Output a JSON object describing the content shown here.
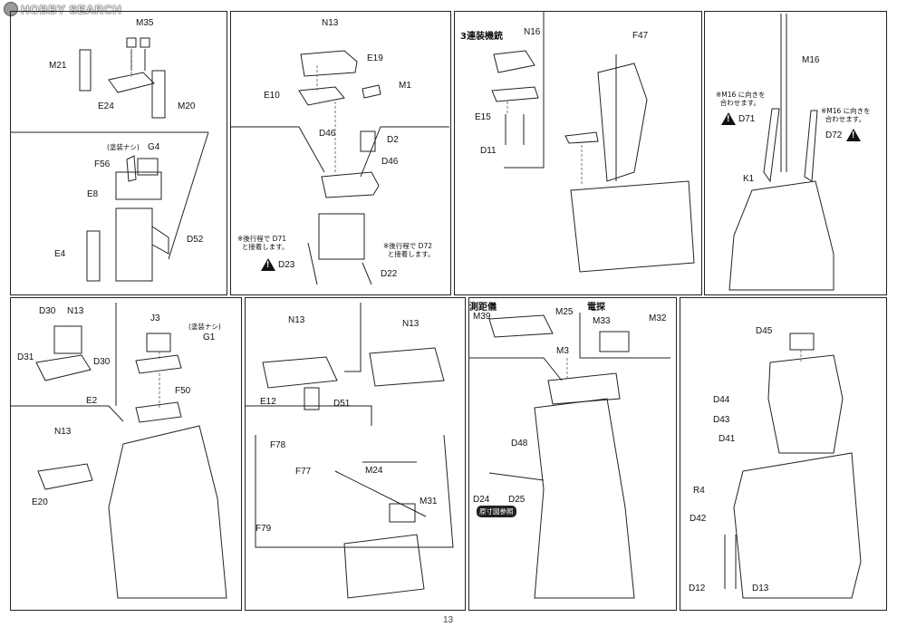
{
  "watermark": {
    "text": "HOBBY SEARCH",
    "icon": "hobbysearch-logo-icon"
  },
  "page_number": "13",
  "panel1": {
    "labels": {
      "m35": "M35",
      "m21": "M21",
      "e24": "E24",
      "m20": "M20",
      "g4": "G4",
      "paint_none": "(塗装ナシ)",
      "f56": "F56",
      "e8": "E8",
      "d52": "D52",
      "e4": "E4"
    }
  },
  "panel2": {
    "labels": {
      "n13": "N13",
      "e19": "E19",
      "e10": "E10",
      "m1": "M1",
      "d46a": "D46",
      "d2": "D2",
      "d46b": "D46",
      "d23": "D23",
      "d22": "D22"
    },
    "note_left": "※後行程で D71\n  と接着します。",
    "note_right": "※後行程で D72\n  と接着します。"
  },
  "panel3": {
    "labels": {
      "triple_mg": "3連装機銃",
      "n16": "N16",
      "f47": "F47",
      "e15": "E15",
      "d11": "D11"
    }
  },
  "panel4": {
    "labels": {
      "m16": "M16",
      "d71": "D71",
      "d72": "D72",
      "k1": "K1"
    },
    "note_left": "※M16 に向きを\n  合わせます。",
    "note_right": "※M16 に向きを\n  合わせます。"
  },
  "panel5": {
    "labels": {
      "d30a": "D30",
      "n13a": "N13",
      "d31": "D31",
      "d30b": "D30",
      "e2": "E2",
      "j3": "J3",
      "paint_none": "(塗装ナシ)",
      "g1": "G1",
      "f50": "F50",
      "n13b": "N13",
      "e20": "E20"
    }
  },
  "panel6": {
    "labels": {
      "n13a": "N13",
      "n13b": "N13",
      "e12": "E12",
      "d51": "D51",
      "f78": "F78",
      "f77": "F77",
      "f79": "F79",
      "m24": "M24",
      "m31": "M31"
    }
  },
  "panel7": {
    "labels": {
      "rangefinder": "測距儀",
      "m39": "M39",
      "m25": "M25",
      "m3": "M3",
      "radar": "電探",
      "m33": "M33",
      "m32": "M32",
      "d48": "D48",
      "d24": "D24",
      "d25": "D25"
    },
    "badge": "原寸図参照"
  },
  "panel8": {
    "labels": {
      "d45": "D45",
      "d44": "D44",
      "d43": "D43",
      "d41": "D41",
      "r4": "R4",
      "d42": "D42",
      "d12": "D12",
      "d13": "D13"
    }
  }
}
